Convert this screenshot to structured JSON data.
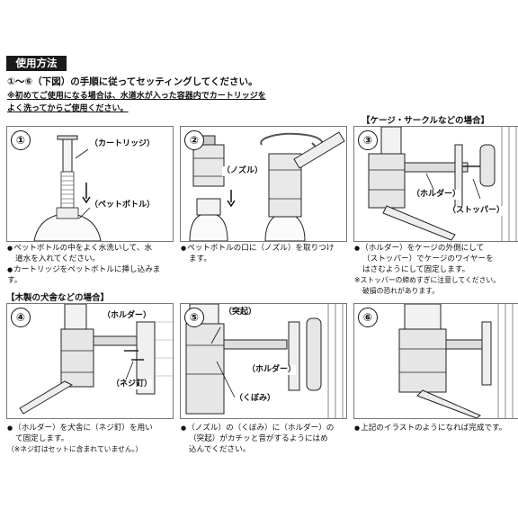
{
  "header": {
    "title": "使用方法",
    "line1": "①〜⑥（下図）の手順に従ってセッティングしてください。",
    "line2": "※初めてご使用になる場合は、水道水が入った容器内でカートリッジを",
    "line3": "よく洗ってからご使用ください。"
  },
  "sections": {
    "cage": "【ケージ・サークルなどの場合】",
    "wood": "【木製の犬舎などの場合】"
  },
  "steps": [
    {
      "num": "①",
      "labels": [
        "（カートリッジ）",
        "（ペットボトル）"
      ],
      "desc": [
        "ペットボトルの中をよく水洗いして、水",
        "道水を入れてください。",
        "カートリッジをペットボトルに挿し込みます。"
      ]
    },
    {
      "num": "②",
      "labels": [
        "（ノズル）"
      ],
      "desc": [
        "ペットボトルの口に（ノズル）を取りつけ",
        "ます。"
      ]
    },
    {
      "num": "③",
      "labels": [
        "（ホルダー）",
        "（ストッパー）"
      ],
      "desc": [
        "（ホルダー）をケージの外側にして",
        "（ストッパー）でケージのワイヤーを",
        "はさむようにして固定します。",
        "※ストッパーの締めすぎに注意してください。",
        "破損の恐れがあります。"
      ]
    },
    {
      "num": "④",
      "labels": [
        "（ホルダー）",
        "（ネジ釘）"
      ],
      "desc": [
        "（ホルダー）を犬舎に（ネジ釘）を用い",
        "て固定します。",
        "（※ネジ釘はセットに含まれていません。）"
      ]
    },
    {
      "num": "⑤",
      "labels": [
        "（突起）",
        "（ホルダー）",
        "（くぼみ）"
      ],
      "desc": [
        "（ノズル）の（くぼみ）に（ホルダー）の",
        "（突起）がカチッと音がするようにはめ",
        "込んでください。"
      ]
    },
    {
      "num": "⑥",
      "labels": [],
      "desc": [
        "上記のイラストのようになれば完成です。"
      ]
    }
  ]
}
